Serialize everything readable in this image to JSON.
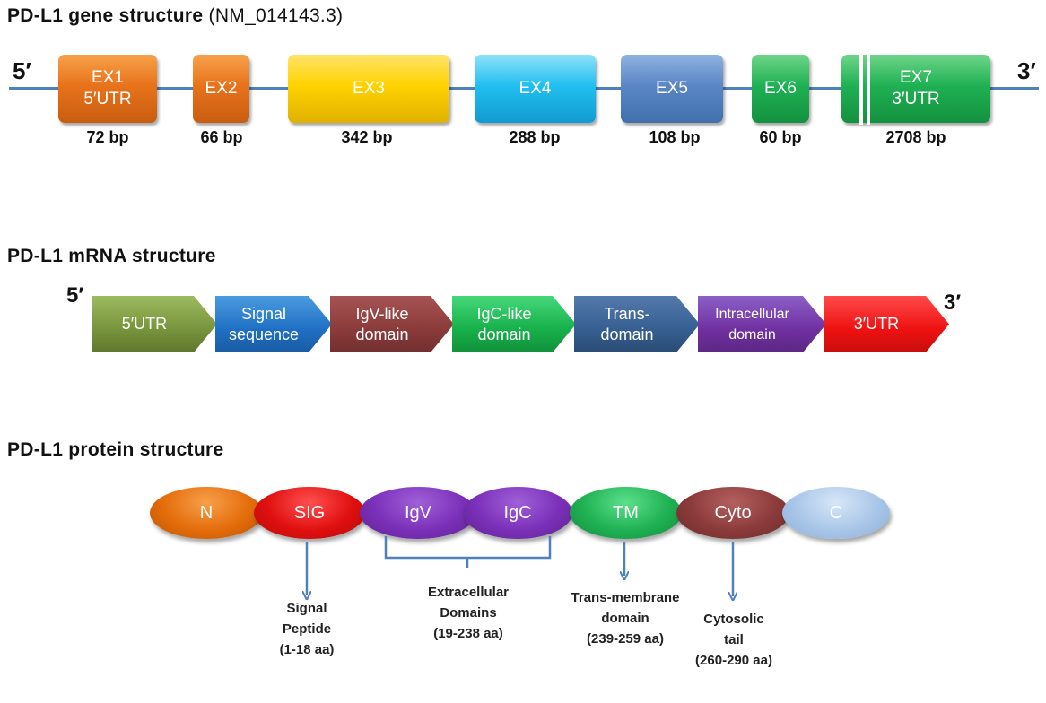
{
  "gene": {
    "title": "PD-L1 gene structure",
    "accession": "(NM_014143.3)",
    "five_prime": "5′",
    "three_prime": "3′",
    "exons": [
      {
        "line1": "EX1",
        "line2": "5′UTR",
        "size": "72 bp"
      },
      {
        "line1": "EX2",
        "line2": "",
        "size": "66 bp"
      },
      {
        "line1": "EX3",
        "line2": "",
        "size": "342 bp"
      },
      {
        "line1": "EX4",
        "line2": "",
        "size": "288 bp"
      },
      {
        "line1": "EX5",
        "line2": "",
        "size": "108 bp"
      },
      {
        "line1": "EX6",
        "line2": "",
        "size": "60 bp"
      },
      {
        "line1": "EX7",
        "line2": "3′UTR",
        "size": "2708 bp"
      }
    ]
  },
  "mrna": {
    "title": "PD-L1 mRNA structure",
    "five_prime": "5′",
    "three_prime": "3′",
    "segments": [
      {
        "line1": "5′UTR",
        "line2": ""
      },
      {
        "line1": "Signal",
        "line2": "sequence"
      },
      {
        "line1": "IgV-like",
        "line2": "domain"
      },
      {
        "line1": "IgC-like",
        "line2": "domain"
      },
      {
        "line1": "Trans-",
        "line2": "domain"
      },
      {
        "line1": "Intracellular",
        "line2": "domain"
      },
      {
        "line1": "3′UTR",
        "line2": ""
      }
    ]
  },
  "protein": {
    "title": "PD-L1 protein structure",
    "domains": [
      "N",
      "SIG",
      "IgV",
      "IgC",
      "TM",
      "Cyto",
      "C"
    ],
    "annotations": {
      "signal": [
        "Signal",
        "Peptide",
        "(1-18 aa)"
      ],
      "extracellular": [
        "Extracellular",
        "Domains",
        "(19-238 aa)"
      ],
      "transmembrane": [
        "Trans-membrane",
        "domain",
        "(239-259 aa)"
      ],
      "cytosolic": [
        "Cytosolic",
        "tail",
        "(260-290 aa)"
      ]
    }
  },
  "colors": {
    "line": "#4f81bd",
    "arrow": "#4f81bd"
  }
}
